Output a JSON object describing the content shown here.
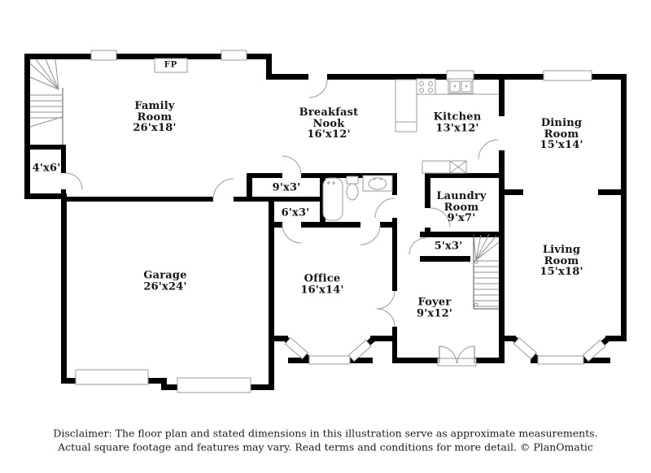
{
  "rooms": {
    "family_room": {
      "name_line1": "Family",
      "name_line2": "Room",
      "dims": "26'x18'"
    },
    "breakfast_nook": {
      "name_line1": "Breakfast",
      "name_line2": "Nook",
      "dims": "16'x12'"
    },
    "kitchen": {
      "name_line1": "Kitchen",
      "dims": "13'x12'"
    },
    "dining_room": {
      "name_line1": "Dining",
      "name_line2": "Room",
      "dims": "15'x14'"
    },
    "laundry_room": {
      "name_line1": "Laundry",
      "name_line2": "Room",
      "dims": "9'x7'"
    },
    "living_room": {
      "name_line1": "Living",
      "name_line2": "Room",
      "dims": "15'x18'"
    },
    "garage": {
      "name_line1": "Garage",
      "dims": "26'x24'"
    },
    "office": {
      "name_line1": "Office",
      "dims": "16'x14'"
    },
    "foyer": {
      "name_line1": "Foyer",
      "dims": "9'x12'"
    },
    "closet_4x6": {
      "dims": "4'x6'"
    },
    "hall_9x3": {
      "dims": "9'x3'"
    },
    "closet_6x3": {
      "dims": "6'x3'"
    },
    "closet_5x3": {
      "dims": "5'x3'"
    }
  },
  "fireplace_label": "FP",
  "disclaimer": {
    "line1": "Disclaimer: The floor plan and stated dimensions in this illustration serve as approximate measurements.",
    "line2": "Actual square footage and features may vary. Read terms and conditions for more detail. © PlanOmatic"
  },
  "colors": {
    "wall": "#000000",
    "fixture_outline": "#9a9a9a",
    "text": "#1a1a1a"
  }
}
